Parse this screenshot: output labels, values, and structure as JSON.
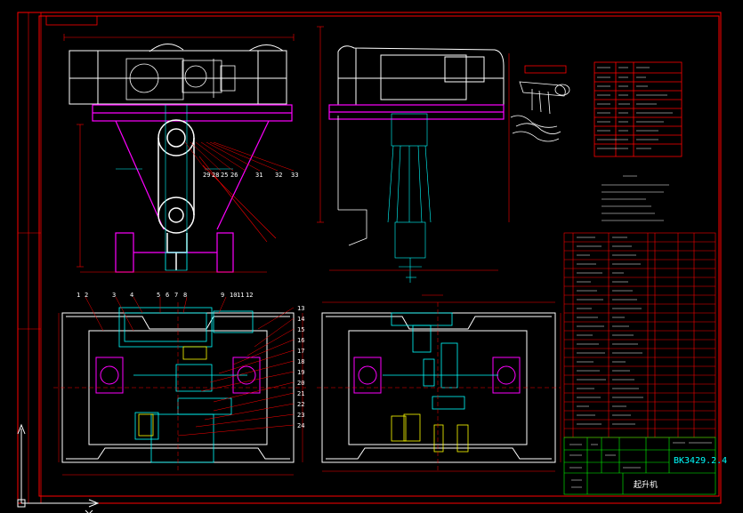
{
  "drawing": {
    "doc_code": "BK3429.2.4",
    "title_block_label": "起升机",
    "background": "#000000",
    "colors": {
      "frame": "#ff0000",
      "outline": "#ffffff",
      "detail": "#00ffff",
      "accent": "#ff00ff",
      "dimension": "#ff0000",
      "label": "#ffffff",
      "highlight": "#ffff00",
      "green": "#00ff00"
    }
  },
  "front_view": {
    "callouts": [
      "29",
      "28",
      "25",
      "26",
      "31",
      "32",
      "33"
    ]
  },
  "plan_view": {
    "top_callouts": [
      "1",
      "2",
      "3",
      "4",
      "5",
      "6",
      "7",
      "8",
      "9",
      "10",
      "11",
      "12"
    ],
    "side_callouts": [
      "13",
      "14",
      "15",
      "16",
      "17",
      "18",
      "19",
      "20",
      "21",
      "22",
      "23",
      "24"
    ]
  },
  "icons": {
    "ucs": "ucs-axis-icon"
  }
}
